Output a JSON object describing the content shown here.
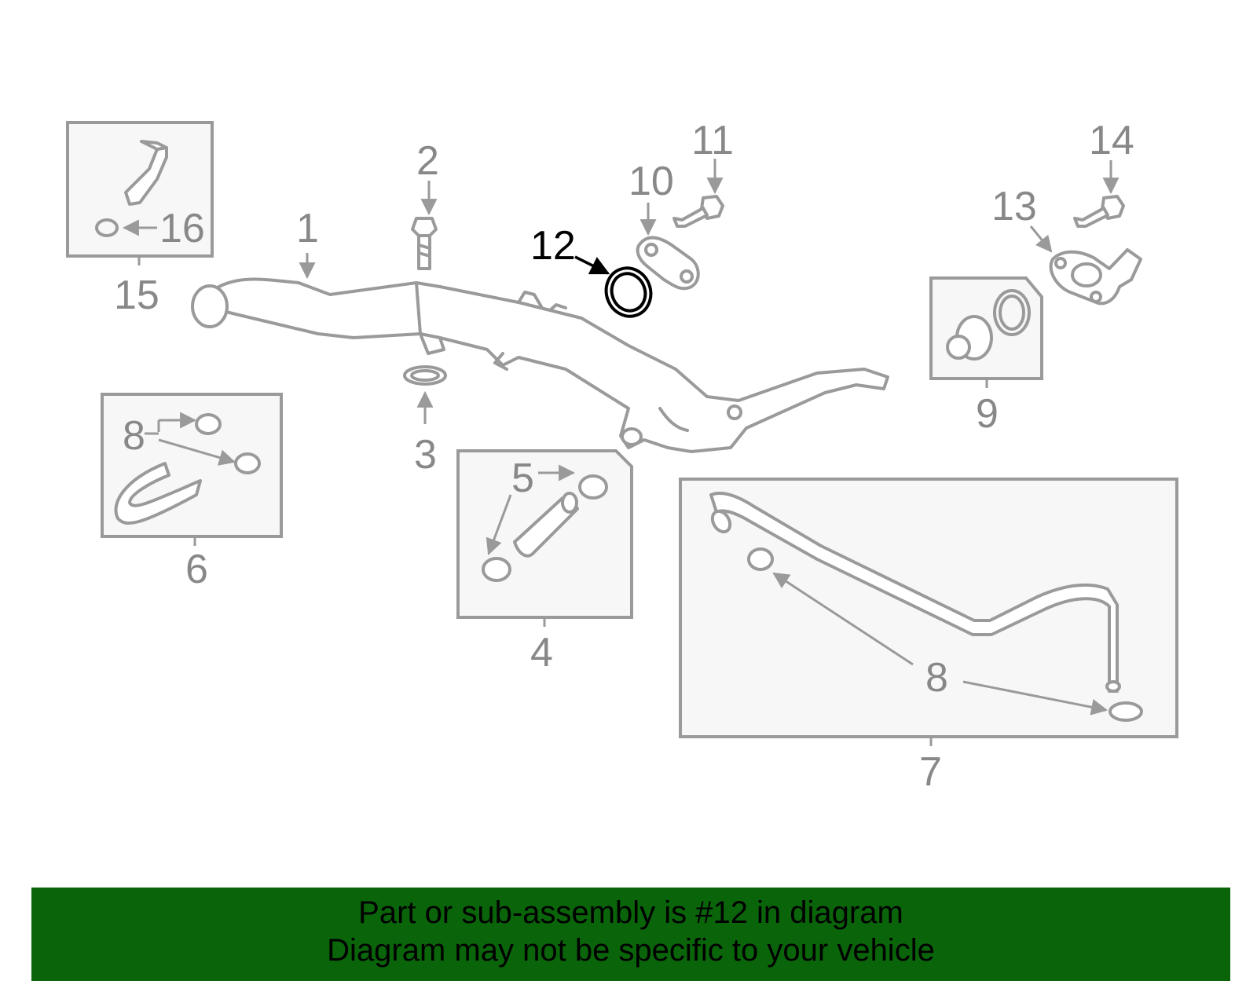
{
  "diagram": {
    "highlighted_part": "12",
    "callouts": [
      "1",
      "2",
      "3",
      "4",
      "5",
      "6",
      "7",
      "8",
      "8",
      "9",
      "10",
      "11",
      "12",
      "13",
      "14",
      "15",
      "16"
    ]
  },
  "footer": {
    "line1": "Part or sub-assembly is #12 in diagram",
    "line2": "Diagram may not be specific to your vehicle"
  },
  "colors": {
    "footer_background": "#0a640a",
    "line_gray": "#9a9a9a",
    "highlight": "#000000"
  }
}
